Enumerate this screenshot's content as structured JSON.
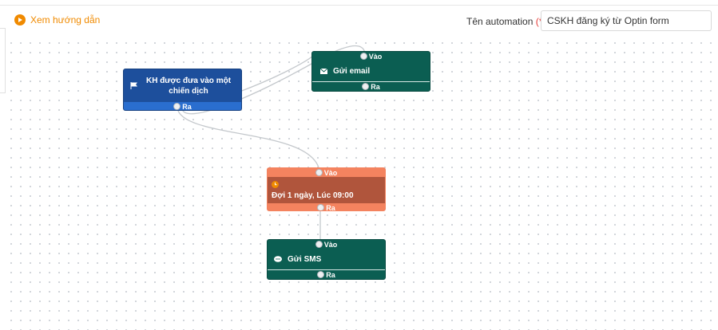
{
  "header": {
    "help_label": "Xem hướng dẫn",
    "name_label": "Tên automation",
    "required_mark": "(*)",
    "name_value": "CSKH đăng ký từ Optin form"
  },
  "colors": {
    "accent_orange": "#f08a00",
    "trigger_node": "#1d4f9c",
    "action_node": "#0b5e52",
    "wait_node_header": "#f4835f",
    "wait_node_body": "#b0553c",
    "required": "#e53935"
  },
  "nodes": {
    "trigger": {
      "icon": "flag-icon",
      "label": "KH được đưa vào một chiến dịch",
      "out_label": "Ra"
    },
    "email": {
      "icon": "envelope-icon",
      "in_label": "Vào",
      "label": "Gửi email",
      "out_label": "Ra"
    },
    "wait": {
      "icon": "clock-icon",
      "in_label": "Vào",
      "label": "Đợi 1 ngày, Lúc 09:00",
      "out_label": "Ra"
    },
    "sms": {
      "icon": "chat-bubble-icon",
      "in_label": "Vào",
      "label": "Gửi SMS",
      "out_label": "Ra"
    }
  }
}
